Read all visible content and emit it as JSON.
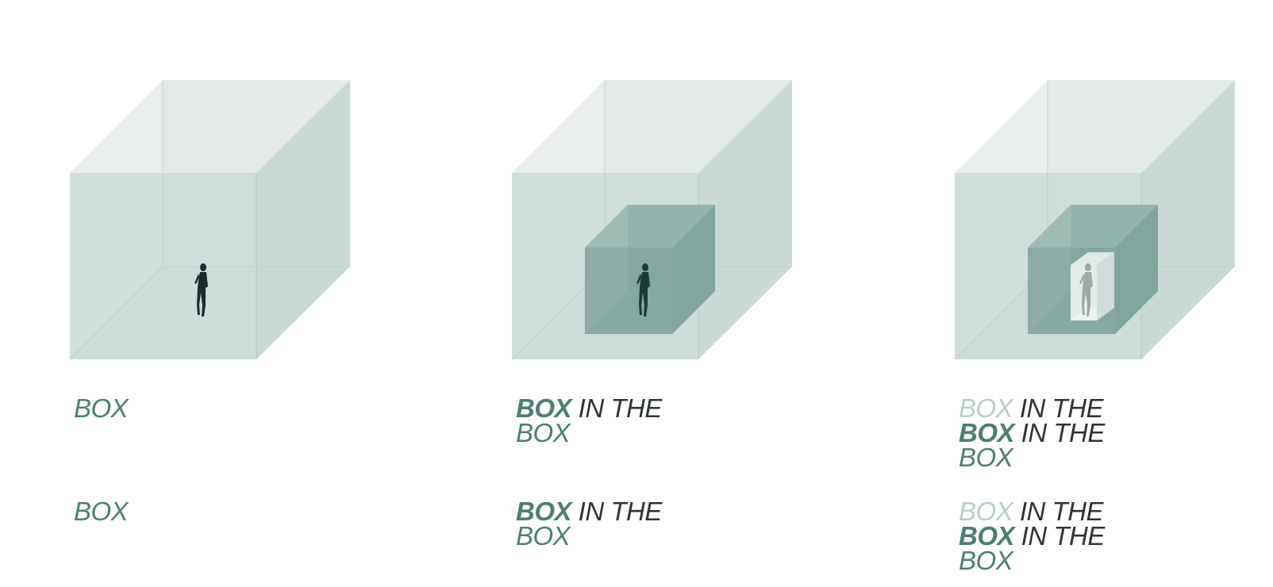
{
  "colors": {
    "accent": "#4a7f72",
    "ink": "#2e3437",
    "faded": "#7fa79c",
    "cube_top": "#e8eeec",
    "cube_side": "#c9dad6",
    "cube_front": "#cbdcd8",
    "inner_box": "#7fa59c",
    "innermost_box": "#eef2f0"
  },
  "icons": {
    "figure": "standing-person-icon"
  },
  "panels": [
    {
      "nesting_level": 1,
      "captions": [
        {
          "lines": [
            [
              {
                "text": "BOX",
                "weight": "normal",
                "color": "accent"
              }
            ]
          ]
        },
        {
          "lines": [
            [
              {
                "text": "BOX",
                "weight": "normal",
                "color": "accent"
              }
            ]
          ]
        }
      ]
    },
    {
      "nesting_level": 2,
      "captions": [
        {
          "lines": [
            [
              {
                "text": "BOX",
                "weight": "bold",
                "color": "accent"
              },
              {
                "text": " IN THE",
                "weight": "normal",
                "color": "ink"
              }
            ],
            [
              {
                "text": "BOX",
                "weight": "normal",
                "color": "accent"
              }
            ]
          ]
        },
        {
          "lines": [
            [
              {
                "text": "BOX",
                "weight": "bold",
                "color": "accent"
              },
              {
                "text": " IN THE",
                "weight": "normal",
                "color": "ink"
              }
            ],
            [
              {
                "text": "BOX",
                "weight": "normal",
                "color": "accent"
              }
            ]
          ]
        }
      ]
    },
    {
      "nesting_level": 3,
      "captions": [
        {
          "lines": [
            [
              {
                "text": "BOX",
                "weight": "thin",
                "color": "faded"
              },
              {
                "text": " IN THE",
                "weight": "normal",
                "color": "ink"
              }
            ],
            [
              {
                "text": "BOX",
                "weight": "bold",
                "color": "accent"
              },
              {
                "text": " IN THE",
                "weight": "normal",
                "color": "ink"
              }
            ],
            [
              {
                "text": "BOX",
                "weight": "normal",
                "color": "accent"
              }
            ]
          ]
        },
        {
          "lines": [
            [
              {
                "text": "BOX",
                "weight": "thin",
                "color": "faded"
              },
              {
                "text": " IN THE",
                "weight": "normal",
                "color": "ink"
              }
            ],
            [
              {
                "text": "BOX",
                "weight": "bold",
                "color": "accent"
              },
              {
                "text": " IN THE",
                "weight": "normal",
                "color": "ink"
              }
            ],
            [
              {
                "text": "BOX",
                "weight": "normal",
                "color": "accent"
              }
            ]
          ]
        }
      ]
    }
  ]
}
